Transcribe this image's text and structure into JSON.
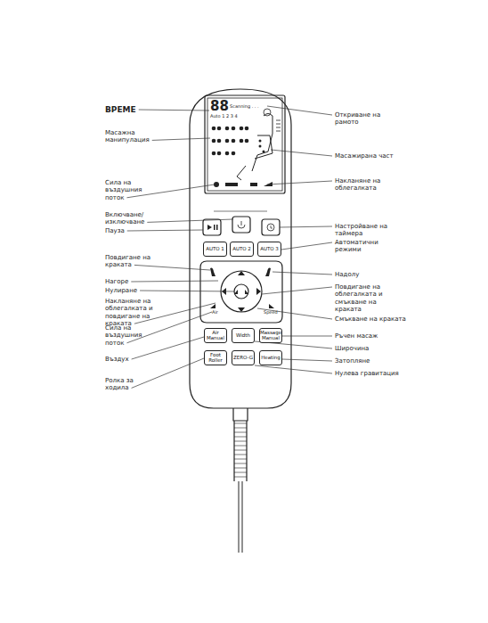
{
  "diagram": {
    "nodes": [
      {
        "text": [
          "AUTO 1"
        ]
      },
      {
        "text": [
          "AUTO 2"
        ]
      },
      {
        "text": [
          "AUTO 3"
        ]
      },
      {
        "text": [
          "Air Manual"
        ]
      },
      {
        "text": [
          "Width"
        ]
      },
      {
        "text": [
          "Massage Manual"
        ]
      },
      {
        "text": [
          "Foot Roller"
        ]
      },
      {
        "text": [
          "ZERO-G"
        ]
      },
      {
        "text": [
          "Heating"
        ]
      }
    ],
    "labels": [
      "88",
      "Scanning . . .",
      "Auto 1 2 3 4",
      "ВРЕМЕ",
      "Масажна манипулация",
      "Сила на въздушния поток",
      "Включване/ изключване",
      "Пауза",
      "Повдигане на краката",
      "Нагоре",
      "Нулиране",
      "Накланяне на облегалката и повдигане на краката",
      "Сила на въздушния поток",
      "Въздух",
      "Ролка за ходила",
      "Откриване на рамото",
      "Масажирана част",
      "Накланяне на облегалката",
      "Настройване на таймера",
      "Автоматични режими",
      "Надолу",
      "Повдигане на облегалката и смъкване на краката",
      "Смъкване на краката",
      "Ръчен масаж",
      "Широчина",
      "Затопляне",
      "Нулева гравитация",
      "Air",
      "Speed"
    ]
  }
}
